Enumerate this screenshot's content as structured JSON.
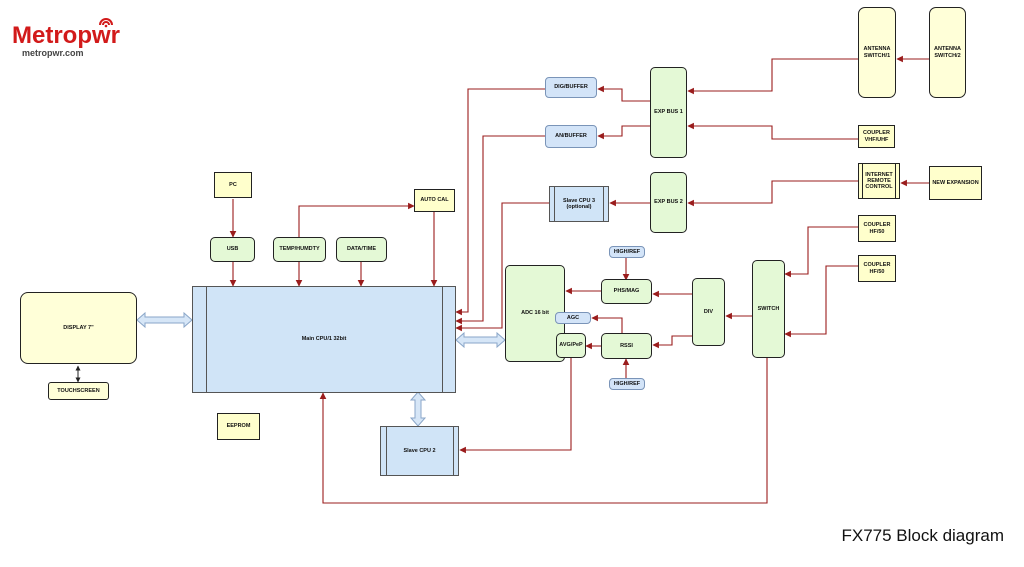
{
  "brand": {
    "name": "Metropwr",
    "url": "metropwr.com"
  },
  "title": "FX775 Block diagram",
  "blocks": {
    "antenna_switch_1": "ANTENNA SWITCH/1",
    "antenna_switch_2": "ANTENNA SWITCH/2",
    "dig_buffer": "DIG/BUFFER",
    "an_buffer": "AN/BUFFER",
    "exp_bus_1": "EXP BUS 1",
    "exp_bus_2": "EXP BUS 2",
    "coupler_vhf_uhf": "COUPLER VHF/UHF",
    "internet_remote_control": "INTERNET REMOTE CONTROL",
    "new_expansion": "NEW EXPANSION",
    "pc": "PC",
    "usb": "USB",
    "temp_humdty": "TEMP/HUMDTY",
    "data_time": "DATA/TIME",
    "auto_cal": "AUTO CAL",
    "slave_cpu_3": "Slave CPU 3 (optional)",
    "coupler_hf50_1": "COUPLER HF/50",
    "coupler_hf50_2": "COUPLER HF/50",
    "high_ref_top": "HIGH/REF",
    "high_ref_bottom": "HIGH/REF",
    "phs_mag": "PHS/MAG",
    "adc": "ADC 16 bit",
    "agc": "AGC",
    "avg_pep": "AVG/PeP",
    "rssi": "RSSI",
    "div": "DIV",
    "switch": "SWITCH",
    "display": "DISPLAY 7\"",
    "touchscreen": "TOUCHSCREEN",
    "main_cpu": "Main CPU/1  32bit",
    "eeprom": "EEPROM",
    "slave_cpu_2": "Slave CPU 2"
  },
  "colors": {
    "wire": "#9a1c1c",
    "bus_fill": "#d6e6f7",
    "bus_stroke": "#8aa6c8",
    "logo": "#d21a1a"
  }
}
